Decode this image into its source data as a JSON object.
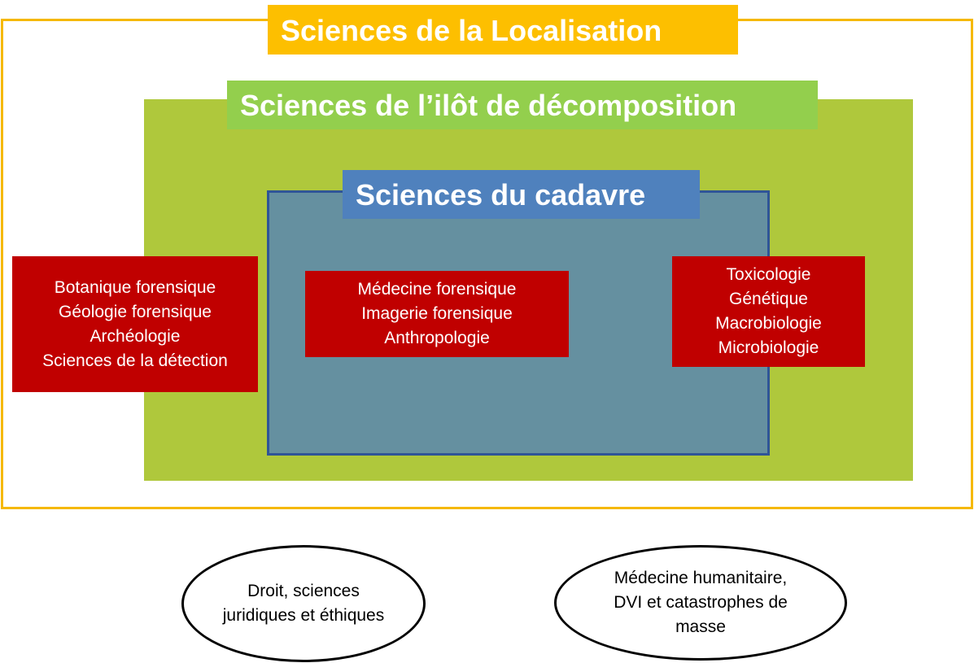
{
  "localisation": {
    "title": "Sciences de la Localisation"
  },
  "ilot": {
    "title": "Sciences de l’ilôt de décomposition"
  },
  "cadavre": {
    "title": "Sciences du cadavre"
  },
  "box_left": {
    "lines": [
      "Botanique forensique",
      "Géologie forensique",
      "Archéologie",
      "Sciences de la détection"
    ]
  },
  "box_center": {
    "lines": [
      "Médecine forensique",
      "Imagerie forensique",
      "Anthropologie"
    ]
  },
  "box_right": {
    "lines": [
      "Toxicologie",
      "Génétique",
      "Macrobiologie",
      "Microbiologie"
    ]
  },
  "ellipse_droit": {
    "lines": [
      "Droit, sciences",
      "juridiques et éthiques"
    ]
  },
  "ellipse_medhum": {
    "lines": [
      "Médecine humanitaire,",
      "DVI et catastrophes de",
      "masse"
    ]
  },
  "colors": {
    "localisation": "#fdbf00",
    "ilot": "#afc83c",
    "ilot_title": "#93cf4d",
    "cadavre": "#6590a0",
    "cadavre_title": "#4f81bd",
    "discipline_box": "#c00000"
  }
}
